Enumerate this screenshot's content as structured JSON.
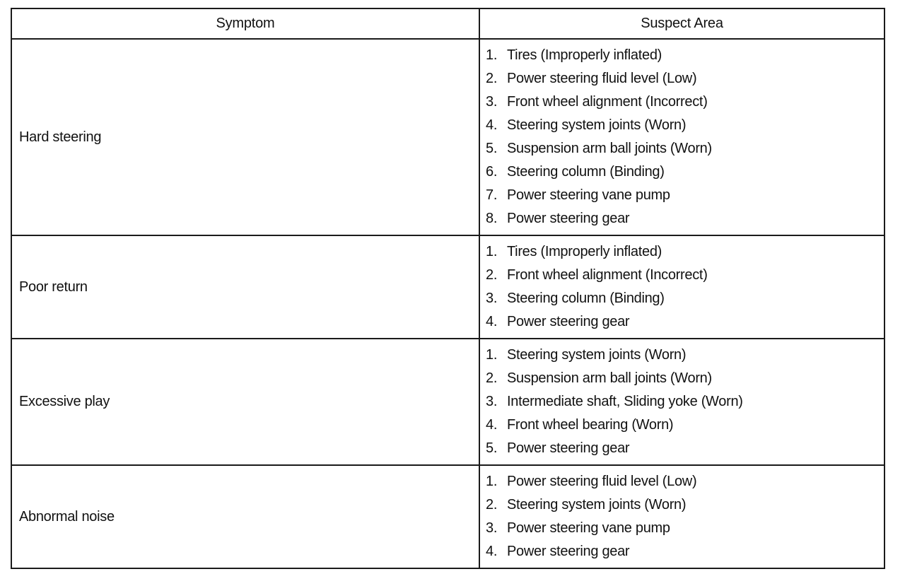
{
  "table": {
    "headers": {
      "symptom": "Symptom",
      "suspect_area": "Suspect Area"
    },
    "rows": [
      {
        "symptom": "Hard steering",
        "causes": [
          {
            "num": "1.",
            "text": "Tires (Improperly inflated)"
          },
          {
            "num": "2.",
            "text": "Power steering fluid level (Low)"
          },
          {
            "num": "3.",
            "text": "Front wheel alignment (Incorrect)"
          },
          {
            "num": "4.",
            "text": "Steering system joints (Worn)"
          },
          {
            "num": "5.",
            "text": "Suspension arm ball joints (Worn)"
          },
          {
            "num": "6.",
            "text": "Steering column (Binding)"
          },
          {
            "num": "7.",
            "text": "Power steering vane pump"
          },
          {
            "num": "8.",
            "text": "Power steering gear"
          }
        ]
      },
      {
        "symptom": "Poor return",
        "causes": [
          {
            "num": "1.",
            "text": "Tires (Improperly inflated)"
          },
          {
            "num": "2.",
            "text": "Front wheel alignment (Incorrect)"
          },
          {
            "num": "3.",
            "text": "Steering column (Binding)"
          },
          {
            "num": "4.",
            "text": "Power steering gear"
          }
        ]
      },
      {
        "symptom": "Excessive play",
        "causes": [
          {
            "num": "1.",
            "text": "Steering system joints (Worn)"
          },
          {
            "num": "2.",
            "text": "Suspension arm ball joints (Worn)"
          },
          {
            "num": "3.",
            "text": "Intermediate shaft, Sliding yoke (Worn)"
          },
          {
            "num": "4.",
            "text": "Front wheel bearing (Worn)"
          },
          {
            "num": "5.",
            "text": "Power steering gear"
          }
        ]
      },
      {
        "symptom": "Abnormal noise",
        "causes": [
          {
            "num": "1.",
            "text": "Power steering fluid level (Low)"
          },
          {
            "num": "2.",
            "text": "Steering system joints (Worn)"
          },
          {
            "num": "3.",
            "text": "Power steering vane pump"
          },
          {
            "num": "4.",
            "text": "Power steering gear"
          }
        ]
      }
    ]
  }
}
